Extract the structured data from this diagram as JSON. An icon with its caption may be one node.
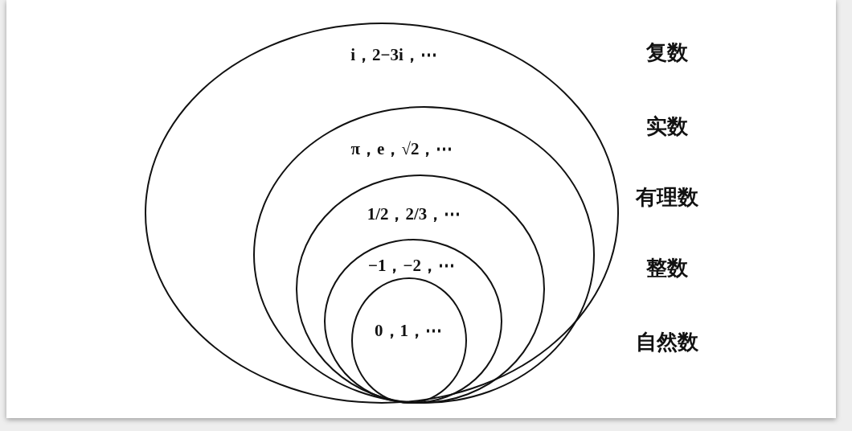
{
  "diagram": {
    "nodes": [
      {
        "text": [
          "i，2−3i，⋯"
        ]
      },
      {
        "text": [
          "π，e，√2，⋯"
        ],
        "in": 0
      },
      {
        "text": [
          "1/2，2/3，⋯"
        ],
        "in": 1
      },
      {
        "text": [
          "−1，−2，⋯"
        ],
        "in": 2
      },
      {
        "text": [
          "0，1，⋯"
        ],
        "in": 3
      }
    ],
    "labels": [
      "复数",
      "实数",
      "有理数",
      "整数",
      "自然数"
    ]
  }
}
